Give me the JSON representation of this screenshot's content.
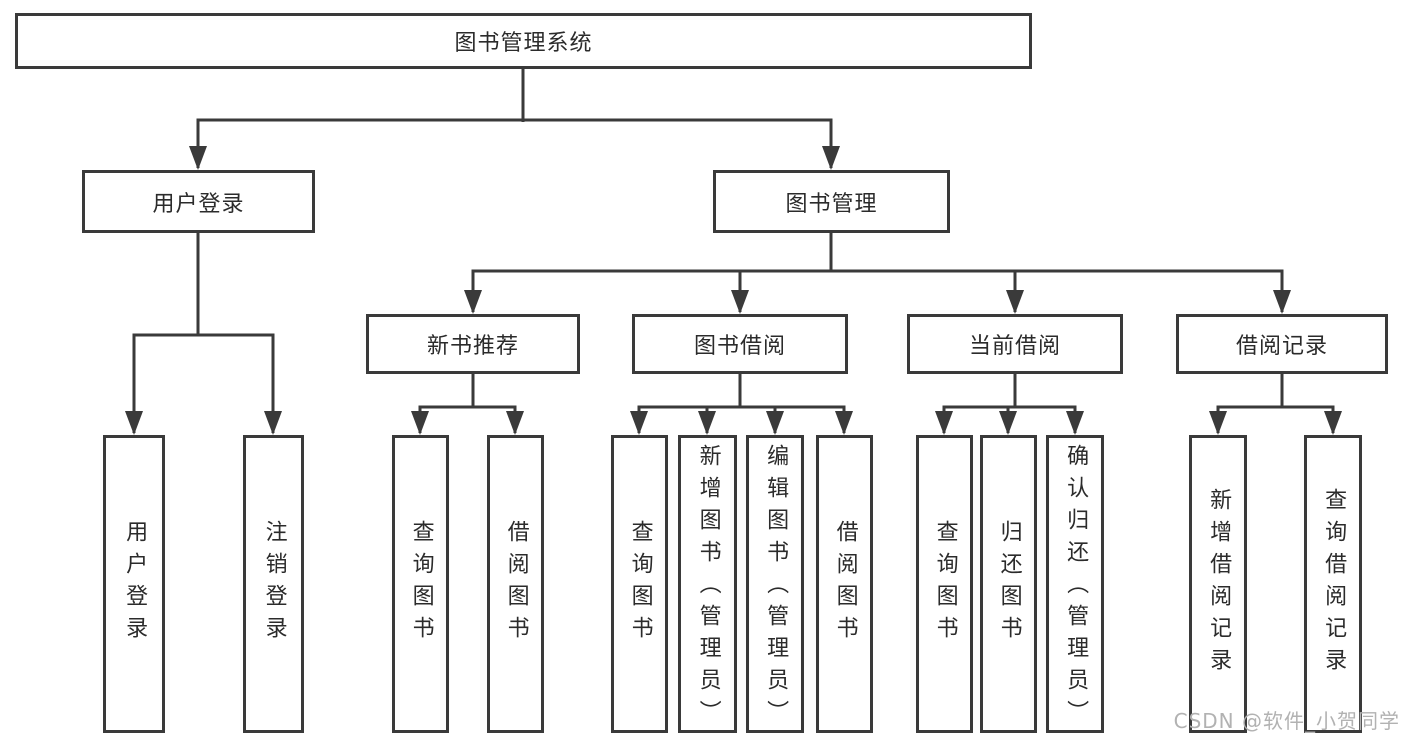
{
  "diagram": {
    "type": "hierarchy-tree",
    "tree": {
      "root": {
        "label": "图书管理系统"
      },
      "branches": [
        {
          "label": "用户登录",
          "children": [
            {
              "label": "用户登录"
            },
            {
              "label": "注销登录"
            }
          ]
        },
        {
          "label": "图书管理",
          "sections": [
            {
              "label": "新书推荐",
              "children": [
                {
                  "label": "查询图书"
                },
                {
                  "label": "借阅图书"
                }
              ]
            },
            {
              "label": "图书借阅",
              "children": [
                {
                  "label": "查询图书"
                },
                {
                  "label": "新增图书（管理员）"
                },
                {
                  "label": "编辑图书（管理员）"
                },
                {
                  "label": "借阅图书"
                }
              ]
            },
            {
              "label": "当前借阅",
              "children": [
                {
                  "label": "查询图书"
                },
                {
                  "label": "归还图书"
                },
                {
                  "label": "确认归还（管理员）"
                }
              ]
            },
            {
              "label": "借阅记录",
              "children": [
                {
                  "label": "新增借阅记录"
                },
                {
                  "label": "查询借阅记录"
                }
              ]
            }
          ]
        }
      ]
    },
    "colors": {
      "line": "#3a3a3a",
      "text": "#2b2b2b",
      "background": "#ffffff",
      "watermark": "#b2b2b2"
    }
  },
  "watermark": {
    "text": "CSDN @软件_小贺同学"
  }
}
